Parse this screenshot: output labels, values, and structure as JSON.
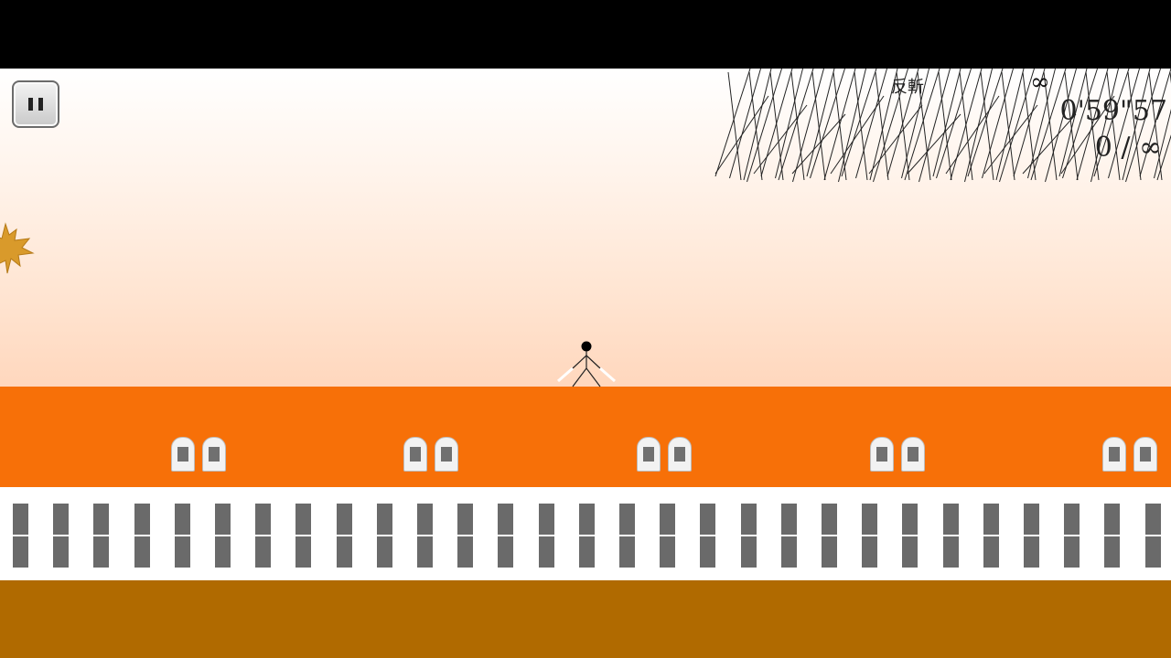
{
  "hud": {
    "label": "反斬",
    "lives": "∞",
    "timer": "0'59\"57",
    "score": "0 / ∞"
  },
  "icons": {
    "pause": "pause-icon",
    "leaf": "maple-leaf-icon",
    "player": "stick-figure-swordsman"
  },
  "colors": {
    "roof": "#f77008",
    "ground": "#b06a00",
    "wall": "#ffffff",
    "post": "#6a6a6a",
    "leaf": "#d99a2b"
  }
}
